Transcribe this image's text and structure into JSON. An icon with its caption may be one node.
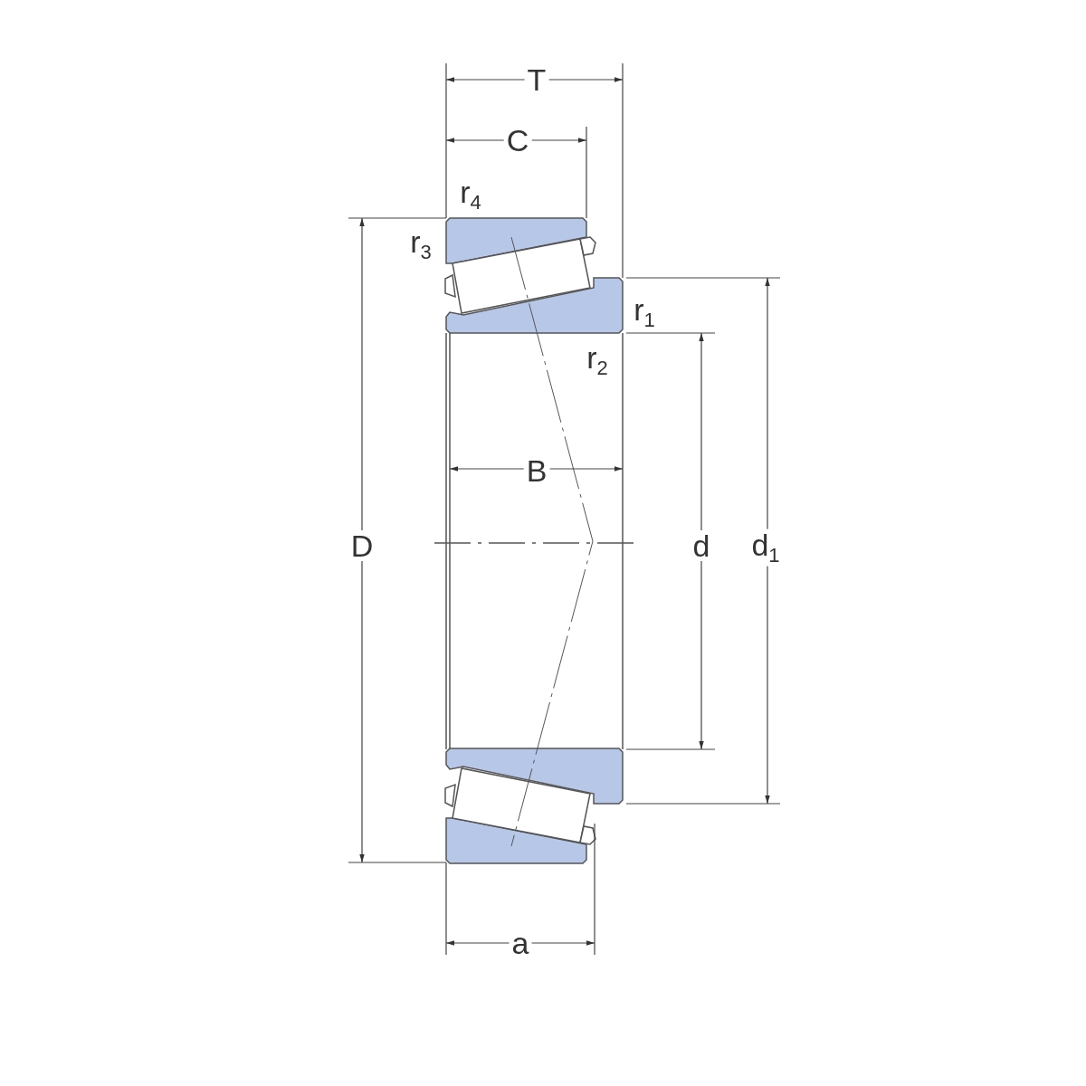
{
  "diagram": {
    "labels": [
      "T",
      "C",
      "r$_{4}$",
      "r$_{3}$",
      "r$_{1}$",
      "r$_{2}$",
      "B",
      "D",
      "d",
      "d$_{1}$",
      "a"
    ]
  }
}
